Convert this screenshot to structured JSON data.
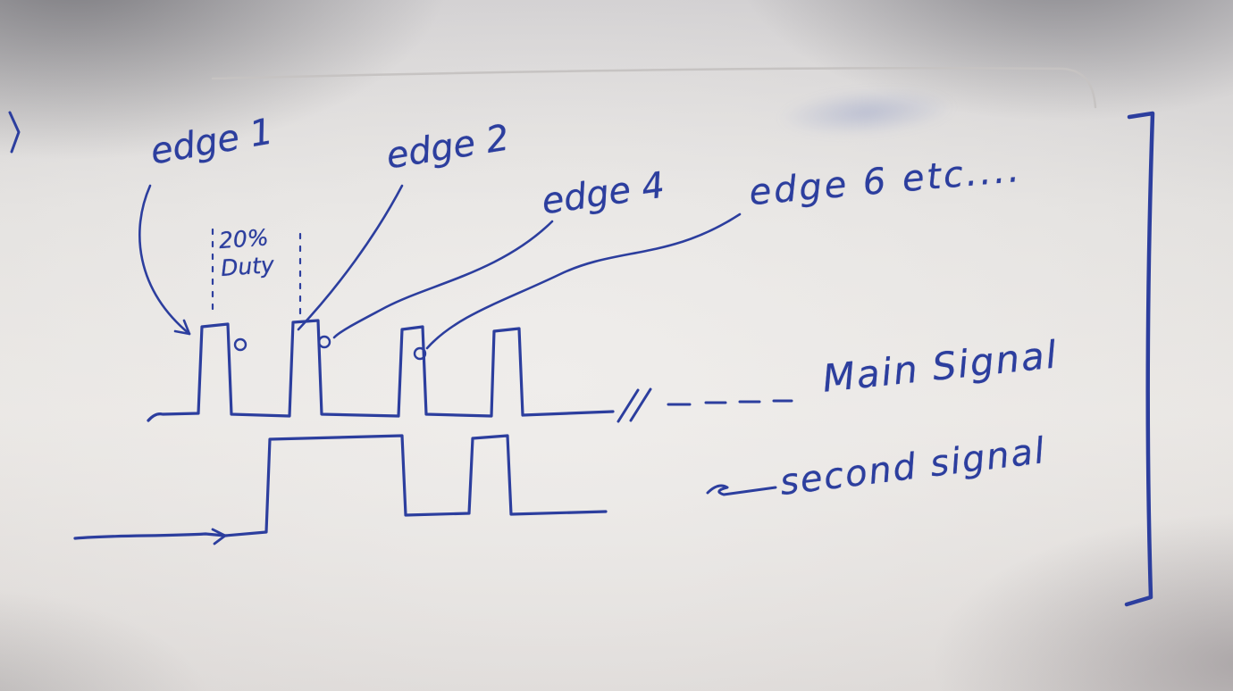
{
  "board": {
    "ink_color": "#2c3e9e",
    "surface_color": "#e9e6e3",
    "description": "whiteboard-photo-of-hand-drawn-timing-diagram"
  },
  "annotations": {
    "edge1": "edge 1",
    "edge2": "edge 2",
    "edge4": "edge 4",
    "edge6": "edge 6 etc....",
    "duty_line1": "20%",
    "duty_line2": "Duty",
    "main_signal": "Main Signal",
    "second_signal": "second signal"
  }
}
